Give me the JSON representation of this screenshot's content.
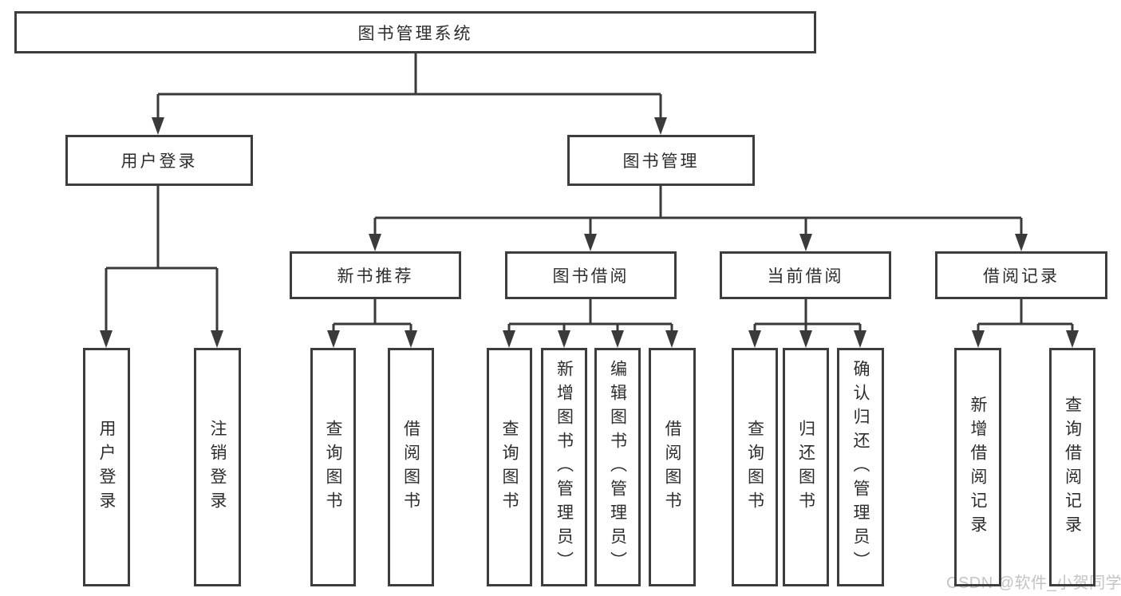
{
  "title": "图书管理系统",
  "watermark": "CSDN @软件_小贺同学",
  "colors": {
    "background": "#ffffff",
    "box_border": "#3d3d3d",
    "connector_line": "#3a3a3a",
    "text": "#2d2d2d",
    "watermark": "#c3c3c3"
  },
  "tree": {
    "label": "图书管理系统",
    "children": [
      {
        "label": "用户登录",
        "children": [
          {
            "label": "用户登录"
          },
          {
            "label": "注销登录"
          }
        ]
      },
      {
        "label": "图书管理",
        "children": [
          {
            "label": "新书推荐",
            "children": [
              {
                "label": "查询图书"
              },
              {
                "label": "借阅图书"
              }
            ]
          },
          {
            "label": "图书借阅",
            "children": [
              {
                "label": "查询图书"
              },
              {
                "label": "新增图书（管理员）"
              },
              {
                "label": "编辑图书（管理员）"
              },
              {
                "label": "借阅图书"
              }
            ]
          },
          {
            "label": "当前借阅",
            "children": [
              {
                "label": "查询图书"
              },
              {
                "label": "归还图书"
              },
              {
                "label": "确认归还（管理员）"
              }
            ]
          },
          {
            "label": "借阅记录",
            "children": [
              {
                "label": "新增借阅记录"
              },
              {
                "label": "查询借阅记录"
              }
            ]
          }
        ]
      }
    ]
  }
}
